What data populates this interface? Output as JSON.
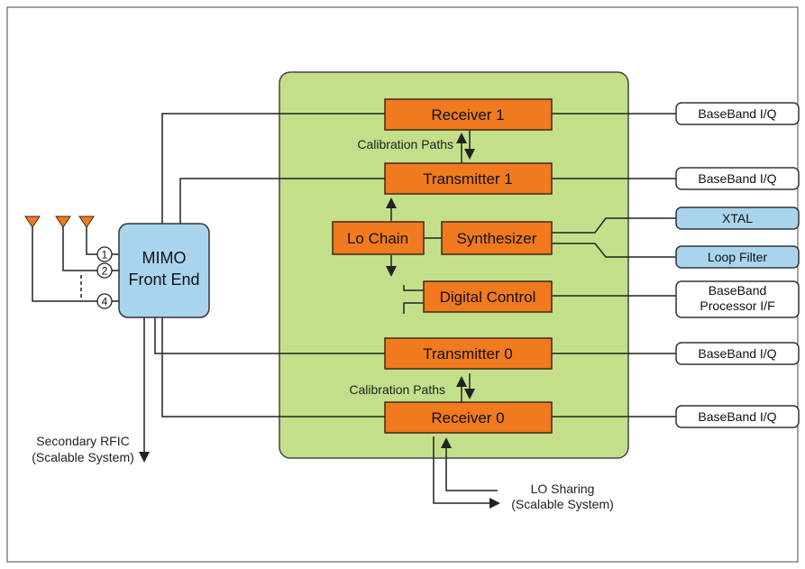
{
  "blocks": {
    "receiver1": "Receiver 1",
    "transmitter1": "Transmitter 1",
    "lo_chain": "Lo Chain",
    "synthesizer": "Synthesizer",
    "digital_control": "Digital Control",
    "transmitter0": "Transmitter 0",
    "receiver0": "Receiver 0",
    "mimo_line1": "MIMO",
    "mimo_line2": "Front End"
  },
  "labels": {
    "calibration_top": "Calibration Paths",
    "calibration_bottom": "Calibration Paths",
    "secondary_line1": "Secondary RFIC",
    "secondary_line2": "(Scalable System)",
    "lo_sharing_line1": "LO Sharing",
    "lo_sharing_line2": "(Scalable System)",
    "port1": "1",
    "port2": "2",
    "port4": "4"
  },
  "outputs": {
    "baseband1": "BaseBand I/Q",
    "baseband2": "BaseBand I/Q",
    "xtal": "XTAL",
    "loop_filter": "Loop Filter",
    "bb_proc_line1": "BaseBand",
    "bb_proc_line2": "Processor I/F",
    "baseband3": "BaseBand I/Q",
    "baseband4": "BaseBand I/Q"
  },
  "colors": {
    "chip_fill": "#c4df8a",
    "block_fill": "#f07a1d",
    "blue_fill": "#a9d4ee"
  }
}
